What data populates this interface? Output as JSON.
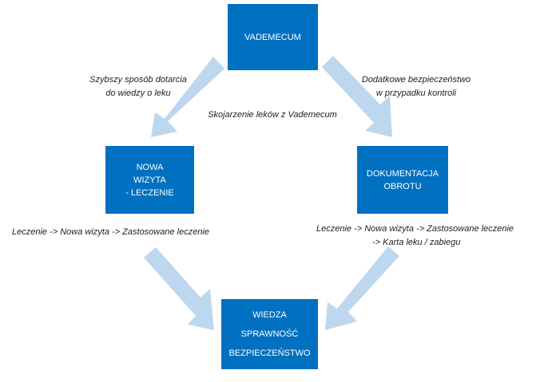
{
  "colors": {
    "box": "#0070c0",
    "arrow": "#bdd7ee",
    "text": "#222222"
  },
  "nodes": {
    "vademecum": [
      "VADEMECUM"
    ],
    "nowa_wizyta": [
      "NOWA",
      "WIZYTA",
      "- LECZENIE"
    ],
    "dokumentacja": [
      "DOKUMENTACJA",
      "OBROTU"
    ],
    "wiedza": [
      "WIEDZA",
      "SPRAWNOŚĆ",
      "BEZPIECZEŃSTWO"
    ]
  },
  "labels": {
    "szybszy": [
      "Szybszy sposób dotarcia",
      "do wiedzy o leku"
    ],
    "dodatkowe": [
      "Dodatkowe bezpieczeństwo",
      "w przypadku kontroli"
    ],
    "skojarzenie": [
      "Skojarzenie leków z Vademecum"
    ],
    "path_left": [
      "Leczenie -> Nowa wizyta -> Zastosowane leczenie"
    ],
    "path_right": [
      "Leczenie -> Nowa wizyta -> Zastosowane leczenie",
      "-> Karta leku / zabiegu"
    ]
  }
}
